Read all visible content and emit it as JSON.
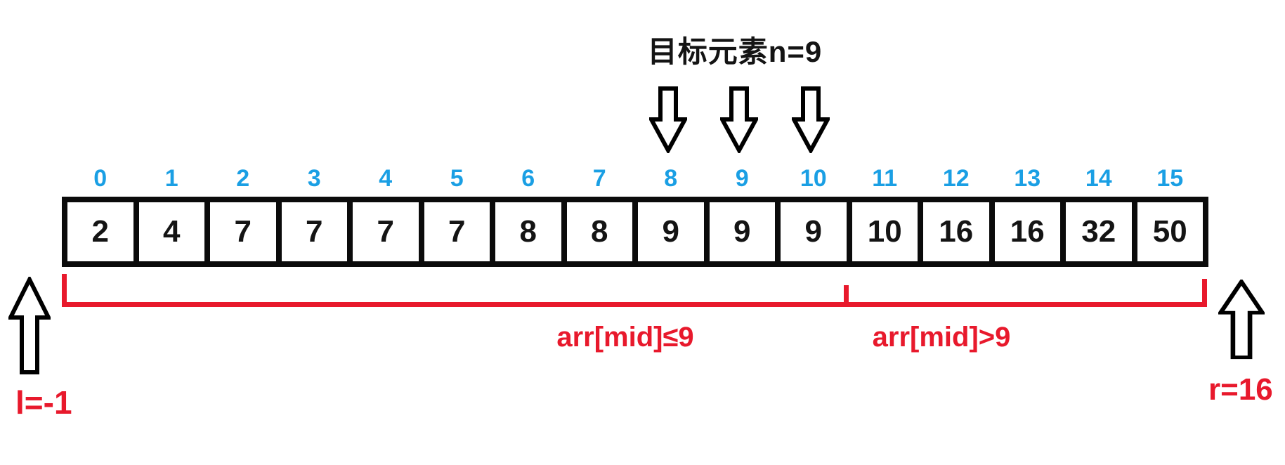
{
  "title": "目标元素n=9",
  "array": {
    "indices": [
      "0",
      "1",
      "2",
      "3",
      "4",
      "5",
      "6",
      "7",
      "8",
      "9",
      "10",
      "11",
      "12",
      "13",
      "14",
      "15"
    ],
    "values": [
      "2",
      "4",
      "7",
      "7",
      "7",
      "7",
      "8",
      "8",
      "9",
      "9",
      "9",
      "10",
      "16",
      "16",
      "32",
      "50"
    ]
  },
  "pointers": {
    "target_arrow_indices": [
      8,
      9,
      10
    ],
    "left_pointer_label": "l=-1",
    "right_pointer_label": "r=16"
  },
  "partition": {
    "left_region_label": "arr[mid]≤9",
    "right_region_label": "arr[mid]>9",
    "divider_after_index": 10
  },
  "colors": {
    "index_blue": "#1A9FE4",
    "accent_red": "#E8192C",
    "ink_black": "#141414"
  },
  "icons": {
    "target_arrows": "down-arrow-icon",
    "left_pointer": "up-arrow-icon",
    "right_pointer": "up-arrow-icon"
  }
}
